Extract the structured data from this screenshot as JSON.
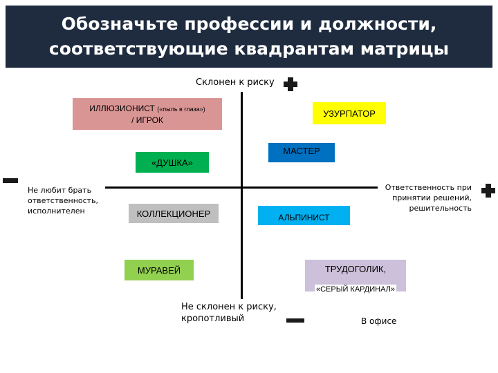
{
  "title": {
    "line1": "Обозначьте профессии и должности,",
    "line2": "соответствующие квадрантам матрицы"
  },
  "axes": {
    "top_label": "Склонен к риску",
    "bottom_label_line1": "Не склонен к риску,",
    "bottom_label_line2": "кропотливый",
    "left_label_line1": "Не любит брать",
    "left_label_line2": "ответственность,",
    "left_label_line3": "исполнителен",
    "right_label_line1": "Ответственность при",
    "right_label_line2": "принятии решений,",
    "right_label_line3": "решительность",
    "bottom_right_note": "В офисе"
  },
  "boxes": {
    "illusionist_main": "ИЛЛЮЗИОНИСТ",
    "illusionist_note": "(«пыль в глаза»)",
    "illusionist_line2": "/ ИГРОК",
    "usurper": "УЗУРПАТОР",
    "master": "МАСТЕР",
    "dushka": "«ДУШКА»",
    "collector": "КОЛЛЕКЦИОНЕР",
    "alpinist": "АЛЬПИНИСТ",
    "ant": "МУРАВЕЙ",
    "workaholic_line1": "ТРУДОГОЛИК,",
    "workaholic_line2": "«СЕРЫЙ КАРДИНАЛ»"
  },
  "colors": {
    "header_bg": "#1f2c40",
    "illusionist": "#d99594",
    "usurper": "#ffff00",
    "master": "#0070c0",
    "dushka": "#00b050",
    "collector": "#bfbfbf",
    "alpinist": "#00b0f0",
    "ant": "#92d050",
    "workaholic": "#ccc0da"
  }
}
